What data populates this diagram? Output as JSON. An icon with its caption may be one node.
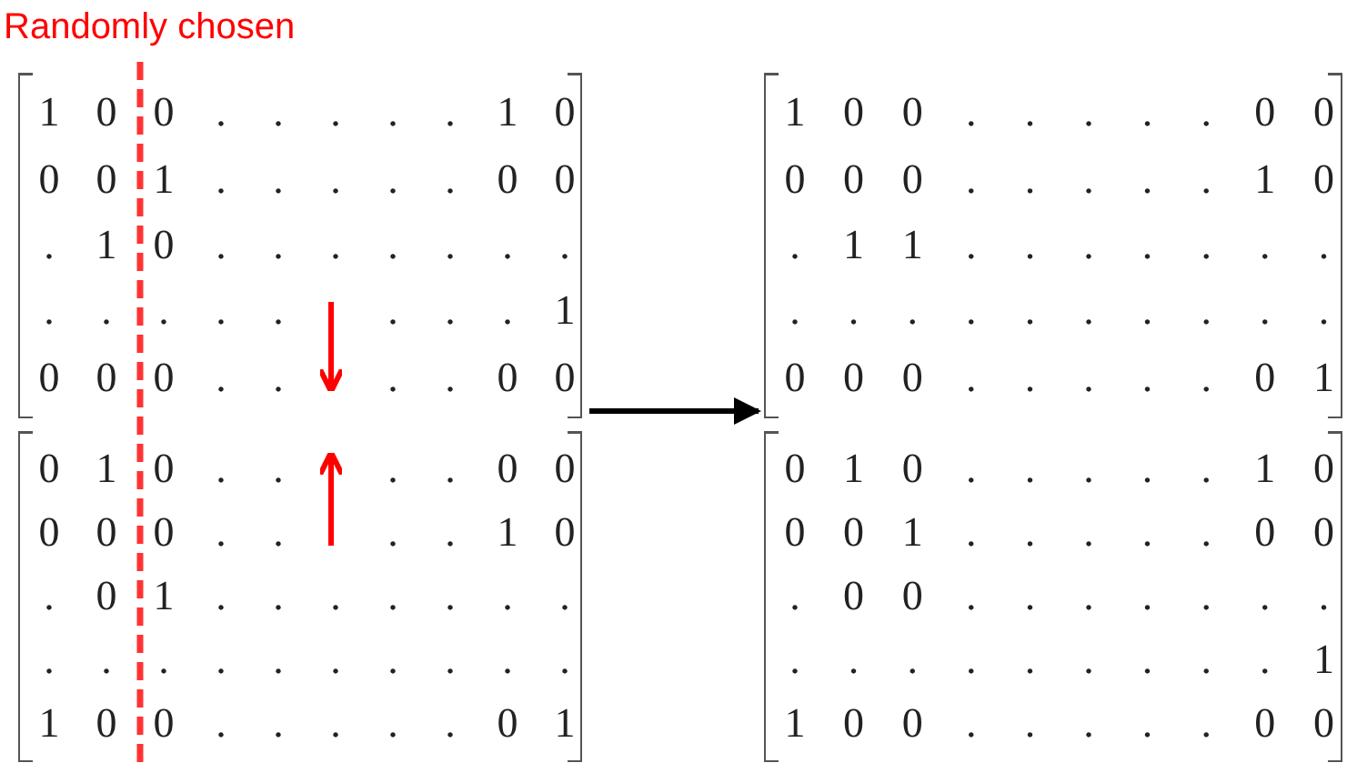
{
  "diagram": {
    "nodes": [
      {
        "text": [
          "1 0 0 . . . . . 1 0",
          "0 0 1 . . . . . 0 0",
          ". 1 0 . . . . . . .",
          ". . . . . . . . 1",
          "0 0 0 . . . . 0 0"
        ]
      },
      {
        "text": [
          "0 1 0 . . . . 0 0",
          "0 0 0 . . . . 1 0",
          ". 0 1 . . . . . . .",
          ". . . . . . . . . .",
          "1 0 0 . . . . . 0 1"
        ]
      },
      {
        "text": [
          "1 0 0 . . . . . 0 0",
          "0 0 0 . . . . . 1 0",
          ". 1 1 . . . . . . .",
          ". . . . . . . . . .",
          "0 0 0 . . . . . 0 1"
        ]
      },
      {
        "text": [
          "0 1 0 . . . . . 1 0",
          "0 0 1 . . . . . 0 0",
          ". 0 0 . . . . . . .",
          ". . . . . . . . . 1",
          "1 0 0 . . . . . 0 0"
        ]
      }
    ],
    "edges": [
      {
        "from": 0,
        "to": 2,
        "arrow": "to"
      }
    ],
    "labels": [
      "Randomly chosen"
    ]
  }
}
